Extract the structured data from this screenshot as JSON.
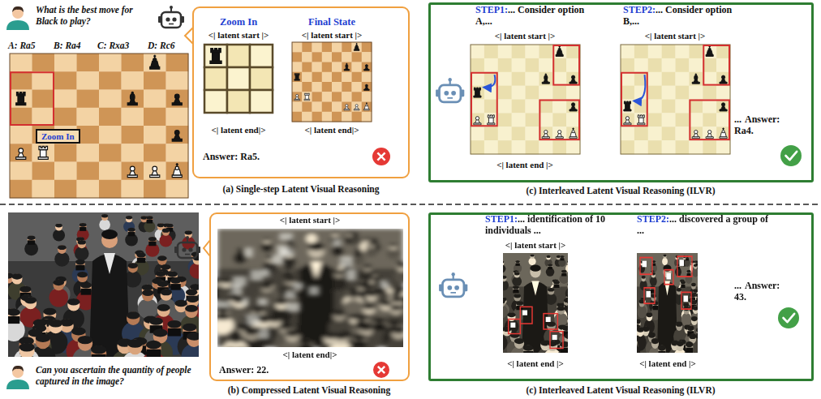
{
  "diagram": {
    "nodes": [
      {
        "text": [
          "Zoom In"
        ]
      },
      {
        "text": [
          "Zoom In",
          "Final State",
          "<| latent start |>",
          "<| latent start |>",
          "<| latent end|>",
          "<| latent end|>",
          "Answer: Ra5."
        ]
      },
      {
        "text": [
          "STEP1:",
          "... Consider option A,...",
          "<| latent start |>",
          "<| latent end |>",
          "STEP2:",
          "... Consider option B,...",
          "<| latent start |>",
          "...",
          "Answer: Ra4."
        ]
      },
      {
        "text": [
          "<| latent start |>",
          "<| latent end|>",
          "Answer: 22."
        ]
      },
      {
        "text": [
          "STEP1:",
          "... identification of 10 individuals ...",
          "<| latent start |>",
          "STEP2:",
          "... discovered a group of ...",
          "<| latent end |>",
          "<| latent end |>",
          "...",
          "Answer: 43."
        ]
      }
    ],
    "labels": [
      "What is the best move for Black to play?",
      "A: Ra5",
      "B: Ra4",
      "C: Rxa3",
      "D: Rc6",
      "(a) Single-step Latent Visual Reasoning",
      "(c) Interleaved Latent Visual Reasoning (ILVR)",
      "Can you ascertain the quantity of people captured in the image?",
      "(b) Compressed Latent Visual Reasoning",
      "(c) Interleaved Latent Visual Reasoning (ILVR)"
    ]
  }
}
